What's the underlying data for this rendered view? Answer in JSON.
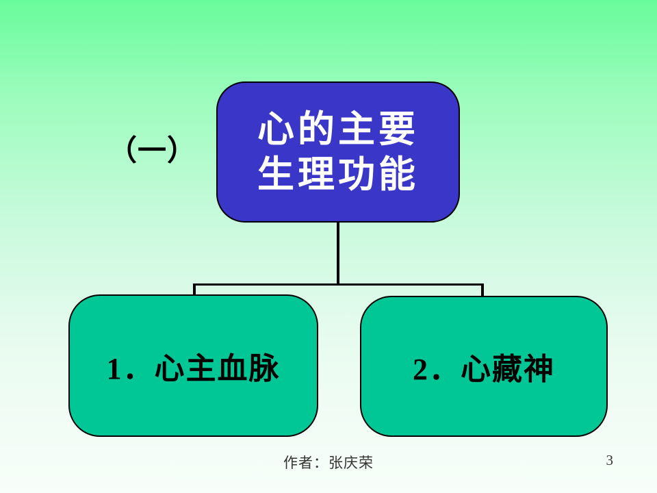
{
  "slide": {
    "section_label": "（一）",
    "root_node": {
      "line1": "心的主要",
      "line2": "生理功能"
    },
    "child_nodes": [
      {
        "label": "1．心主血脉"
      },
      {
        "label": "2．心藏神"
      }
    ],
    "footer": {
      "author": "作者：张庆荣",
      "page_number": "3"
    },
    "colors": {
      "background_top": "#69FB9B",
      "background_bottom": "#F8FEFA",
      "root_fill": "#3A36C8",
      "root_text": "#FFFFFF",
      "child_fill": "#00C795",
      "child_text": "#000000",
      "connector_line": "#000000",
      "footer_text": "#333333"
    }
  }
}
